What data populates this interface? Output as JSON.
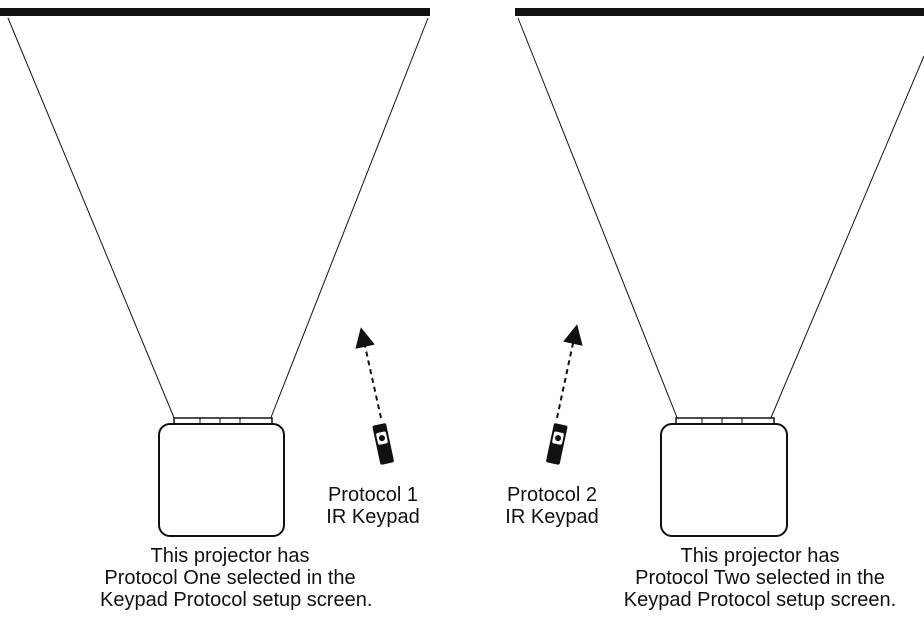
{
  "left": {
    "remote_label_line1": "Protocol 1",
    "remote_label_line2": "IR Keypad",
    "caption_line1": "This projector has",
    "caption_line2": "Protocol One  selected in the",
    "caption_line3": "Keypad Protocol setup screen."
  },
  "right": {
    "remote_label_line1": "Protocol 2",
    "remote_label_line2": "IR Keypad",
    "caption_line1": "This projector has",
    "caption_line2": "Protocol Two  selected in the",
    "caption_line3": "Keypad Protocol setup screen."
  },
  "colors": {
    "ink": "#111111",
    "background": "#ffffff"
  }
}
